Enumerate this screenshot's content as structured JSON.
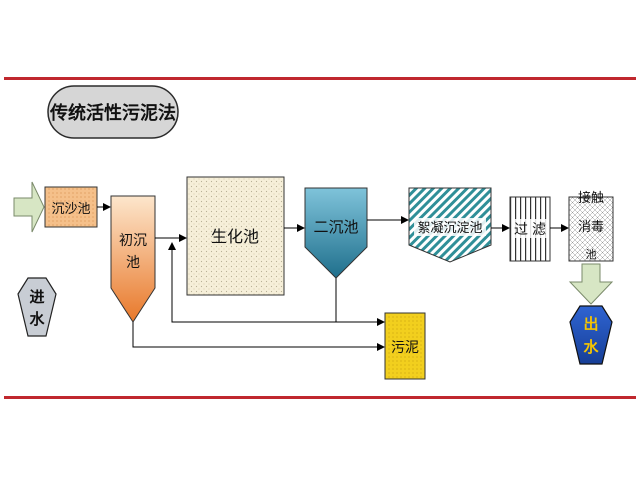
{
  "title": "传统活性污泥法",
  "nodes": {
    "inflow": [
      "进",
      "水"
    ],
    "grit_chamber": "沉沙池",
    "primary_clarifier": [
      "初沉",
      "池"
    ],
    "bio_tank": "生化池",
    "secondary_clarifier": "二沉池",
    "coagulation": "絮凝沉淀池",
    "filter": [
      "过",
      "滤"
    ],
    "contact_disinfection": [
      "接触",
      "消毒",
      "池"
    ],
    "outflow": [
      "出",
      "水"
    ],
    "sludge": "污泥"
  },
  "colors": {
    "rule_red": "#c0282e",
    "grit_fill": "#f5c08a",
    "primary_top": "#fbd8b4",
    "primary_bottom": "#e8782a",
    "bio_fill": "#f6efd9",
    "secondary_top": "#6fb6cf",
    "secondary_bottom": "#1f6f8c",
    "coag_stripe": "#2f8f98",
    "sludge_fill": "#f2cf1e",
    "outflow_fill": "#1d4fb8",
    "inflow_fill": "#c8cdd4",
    "arrow_fill": "#d7e6c4"
  }
}
